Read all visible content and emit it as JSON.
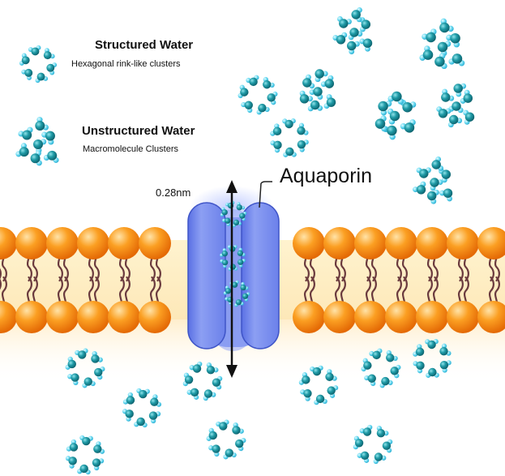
{
  "legend": {
    "structured": {
      "title": "Structured Water",
      "subtitle": "Hexagonal rink-like clusters"
    },
    "unstructured": {
      "title": "Unstructured Water",
      "subtitle": "Macromolecule Clusters"
    }
  },
  "channel": {
    "name": "Aquaporin",
    "pore_size": "0.28nm"
  },
  "colors": {
    "oxygen": "#1a8c98",
    "hydrogen": "#5fd6ee",
    "lipid_head": "#f7901e",
    "lipid_tail": "#6a3a3e",
    "protein": "#6f86ee",
    "membrane_glow": "#fff0c8",
    "arrow": "#111111"
  }
}
